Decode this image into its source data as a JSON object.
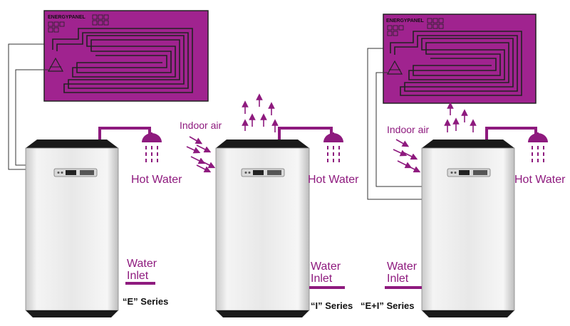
{
  "panel_brand": "ENERGYPANEL",
  "labels": {
    "hot_water": "Hot Water",
    "indoor_air": "Indoor air",
    "water_inlet_line1": "Water",
    "water_inlet_line2": "Inlet"
  },
  "series": {
    "e": "“E” Series",
    "i": "“I” Series",
    "ei": "“E+I” Series"
  },
  "colors": {
    "accent": "#8e1a7e",
    "panel_fill": "#a0238f",
    "tank_body": "#e6e6e6",
    "tank_top": "#1a1a1a"
  },
  "icons": [
    "shower-head-icon",
    "air-flow-arrows-icon",
    "rising-air-arrows-icon"
  ]
}
